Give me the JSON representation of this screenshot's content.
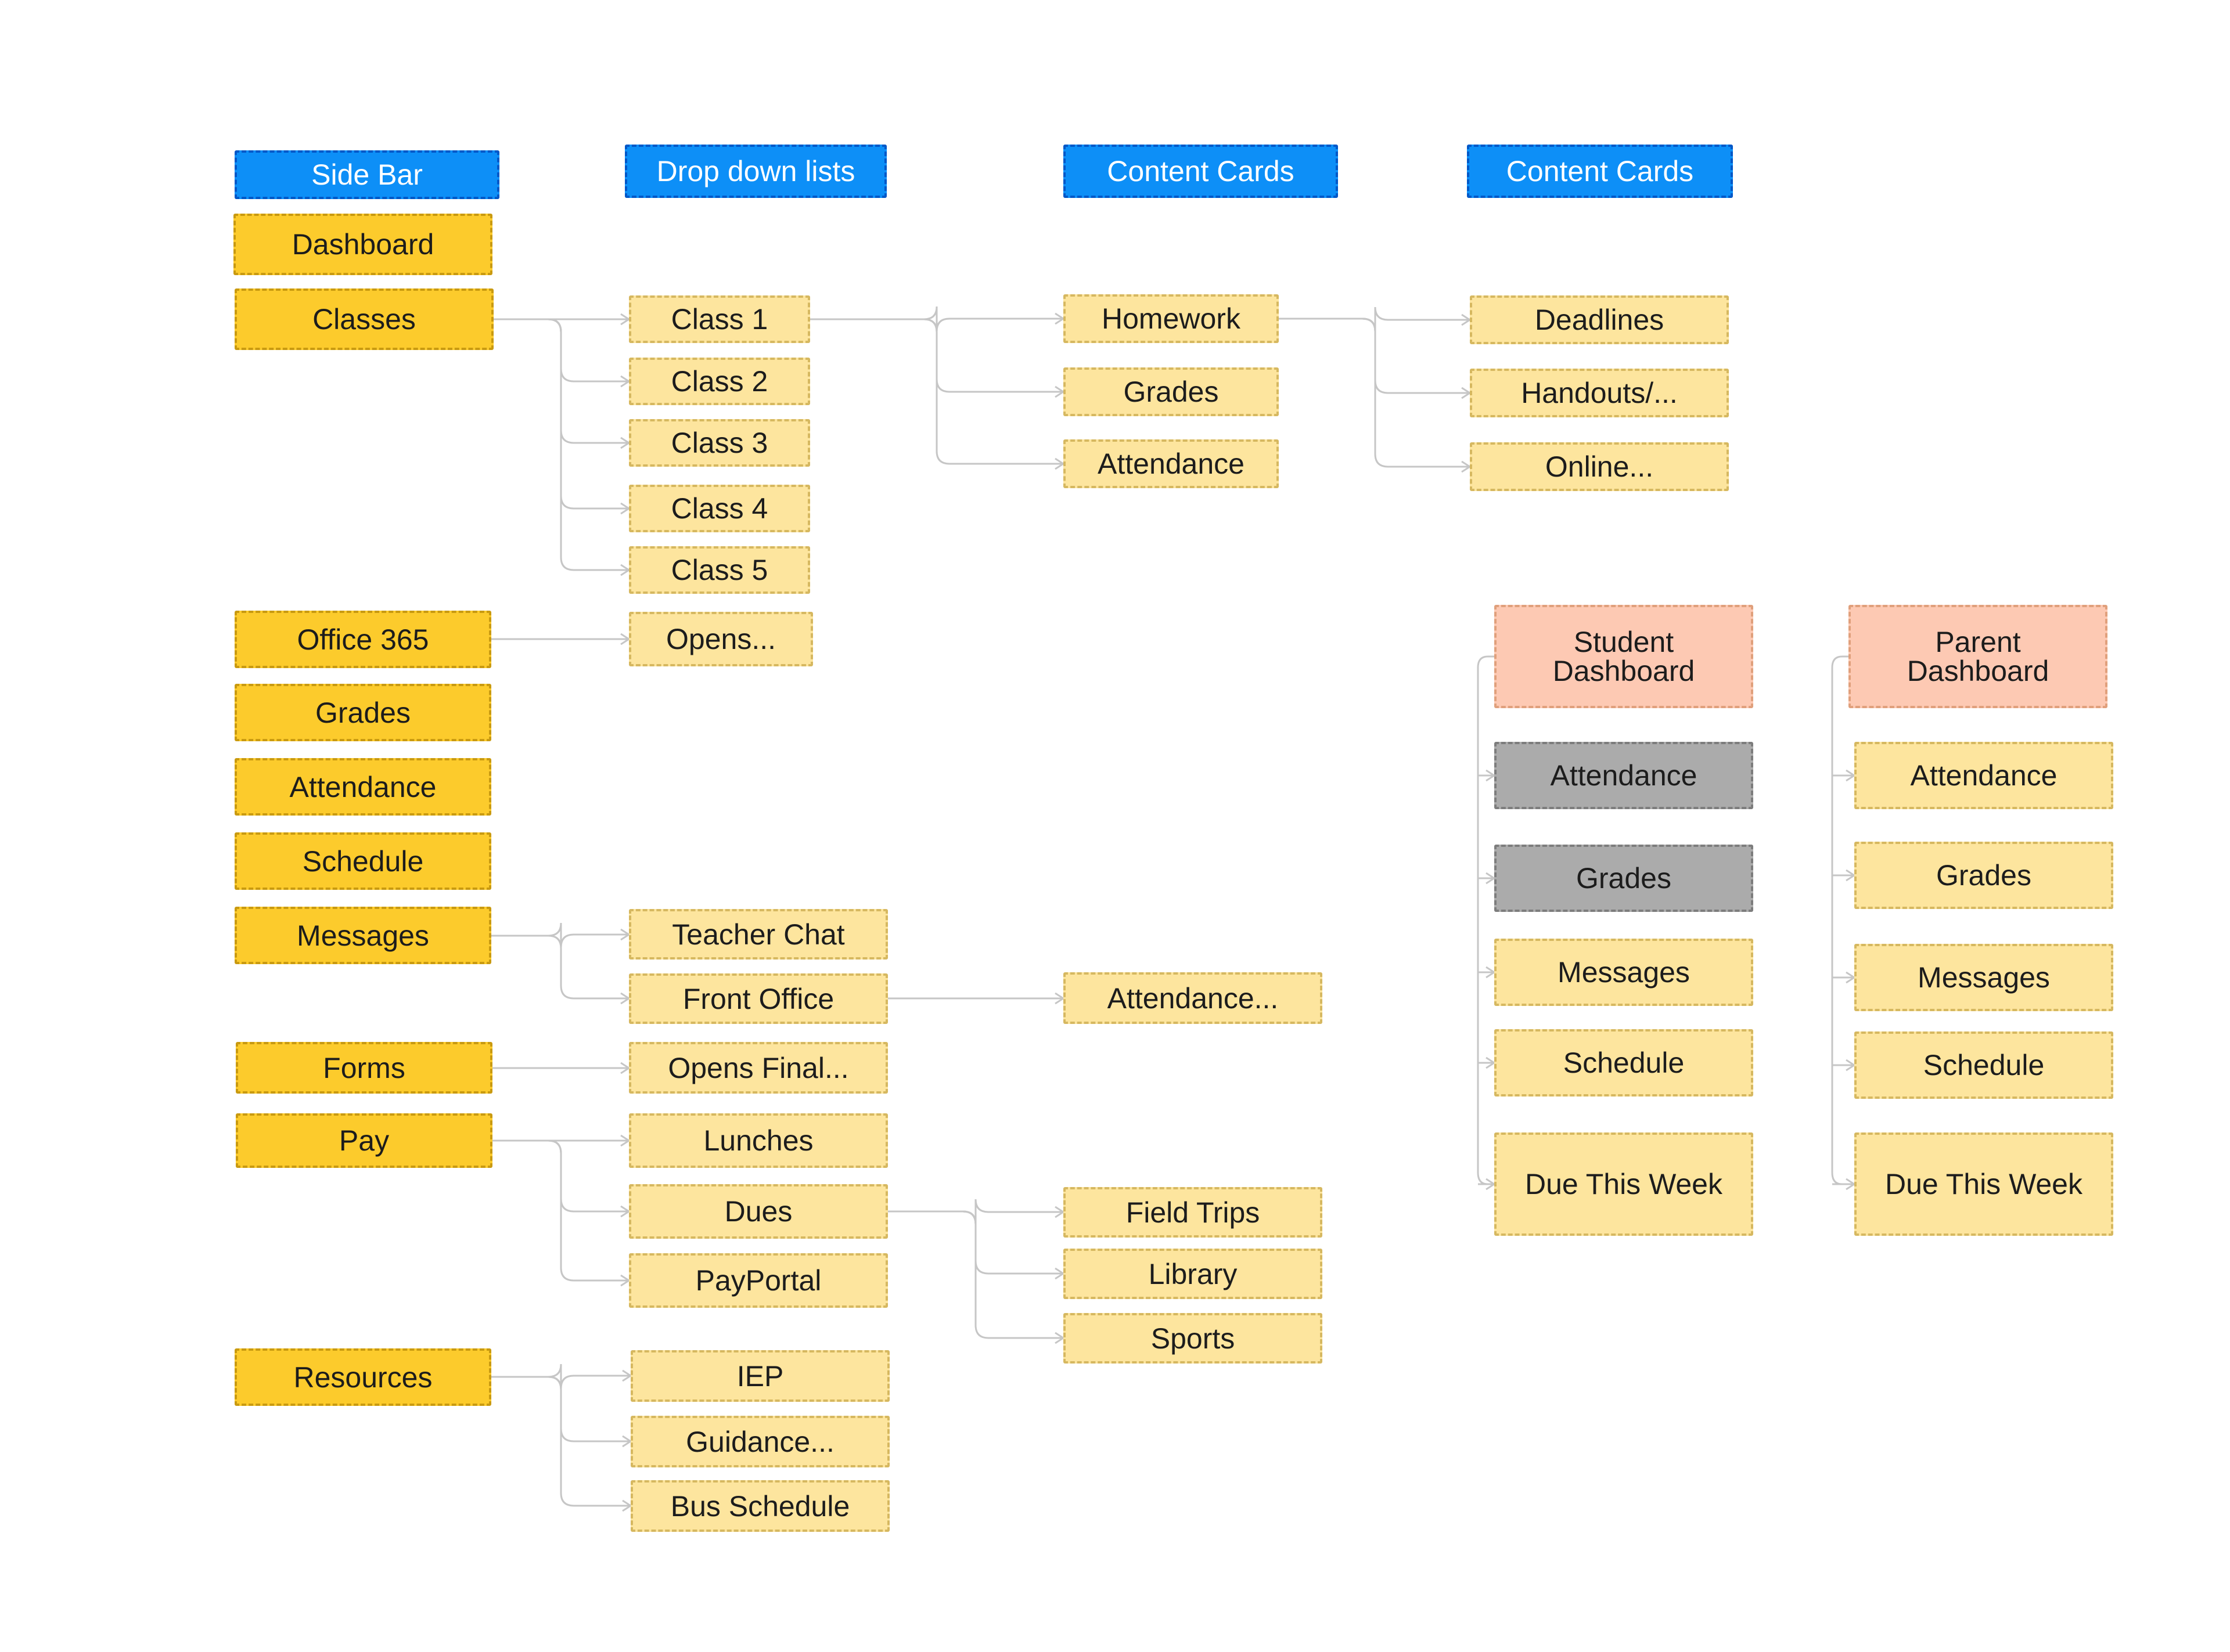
{
  "colors": {
    "header": "#0d8ff7",
    "sidebar": "#fccb2c",
    "item": "#fde59e",
    "dashboard_header": "#fdc9b3",
    "disabled": "#ababab",
    "connector": "#c6c6c6"
  },
  "headers": {
    "side_bar": "Side Bar",
    "drop_down_lists": "Drop down lists",
    "content_cards_1": "Content Cards",
    "content_cards_2": "Content Cards"
  },
  "sidebar": {
    "dashboard": "Dashboard",
    "classes": "Classes",
    "office365": "Office 365",
    "grades": "Grades",
    "attendance": "Attendance",
    "schedule": "Schedule",
    "messages": "Messages",
    "forms": "Forms",
    "pay": "Pay",
    "resources": "Resources"
  },
  "dropdowns": {
    "class1": "Class 1",
    "class2": "Class 2",
    "class3": "Class 3",
    "class4": "Class 4",
    "class5": "Class 5",
    "opens": "Opens...",
    "teacher_chat": "Teacher Chat",
    "front_office": "Front Office",
    "opens_final": "Opens Final...",
    "lunches": "Lunches",
    "dues": "Dues",
    "payportal": "PayPortal",
    "iep": "IEP",
    "guidance": "Guidance...",
    "bus_schedule": "Bus Schedule"
  },
  "cards": {
    "homework": "Homework",
    "grades": "Grades",
    "attendance": "Attendance",
    "attendance_dots": "Attendance...",
    "field_trips": "Field Trips",
    "library": "Library",
    "sports": "Sports"
  },
  "cards2": {
    "deadlines": "Deadlines",
    "handouts": "Handouts/...",
    "online": "Online..."
  },
  "student_dashboard": {
    "title": "Student\nDashboard",
    "attendance": "Attendance",
    "grades": "Grades",
    "messages": "Messages",
    "schedule": "Schedule",
    "due_this_week": "Due This Week"
  },
  "parent_dashboard": {
    "title": "Parent\nDashboard",
    "attendance": "Attendance",
    "grades": "Grades",
    "messages": "Messages",
    "schedule": "Schedule",
    "due_this_week": "Due This Week"
  }
}
